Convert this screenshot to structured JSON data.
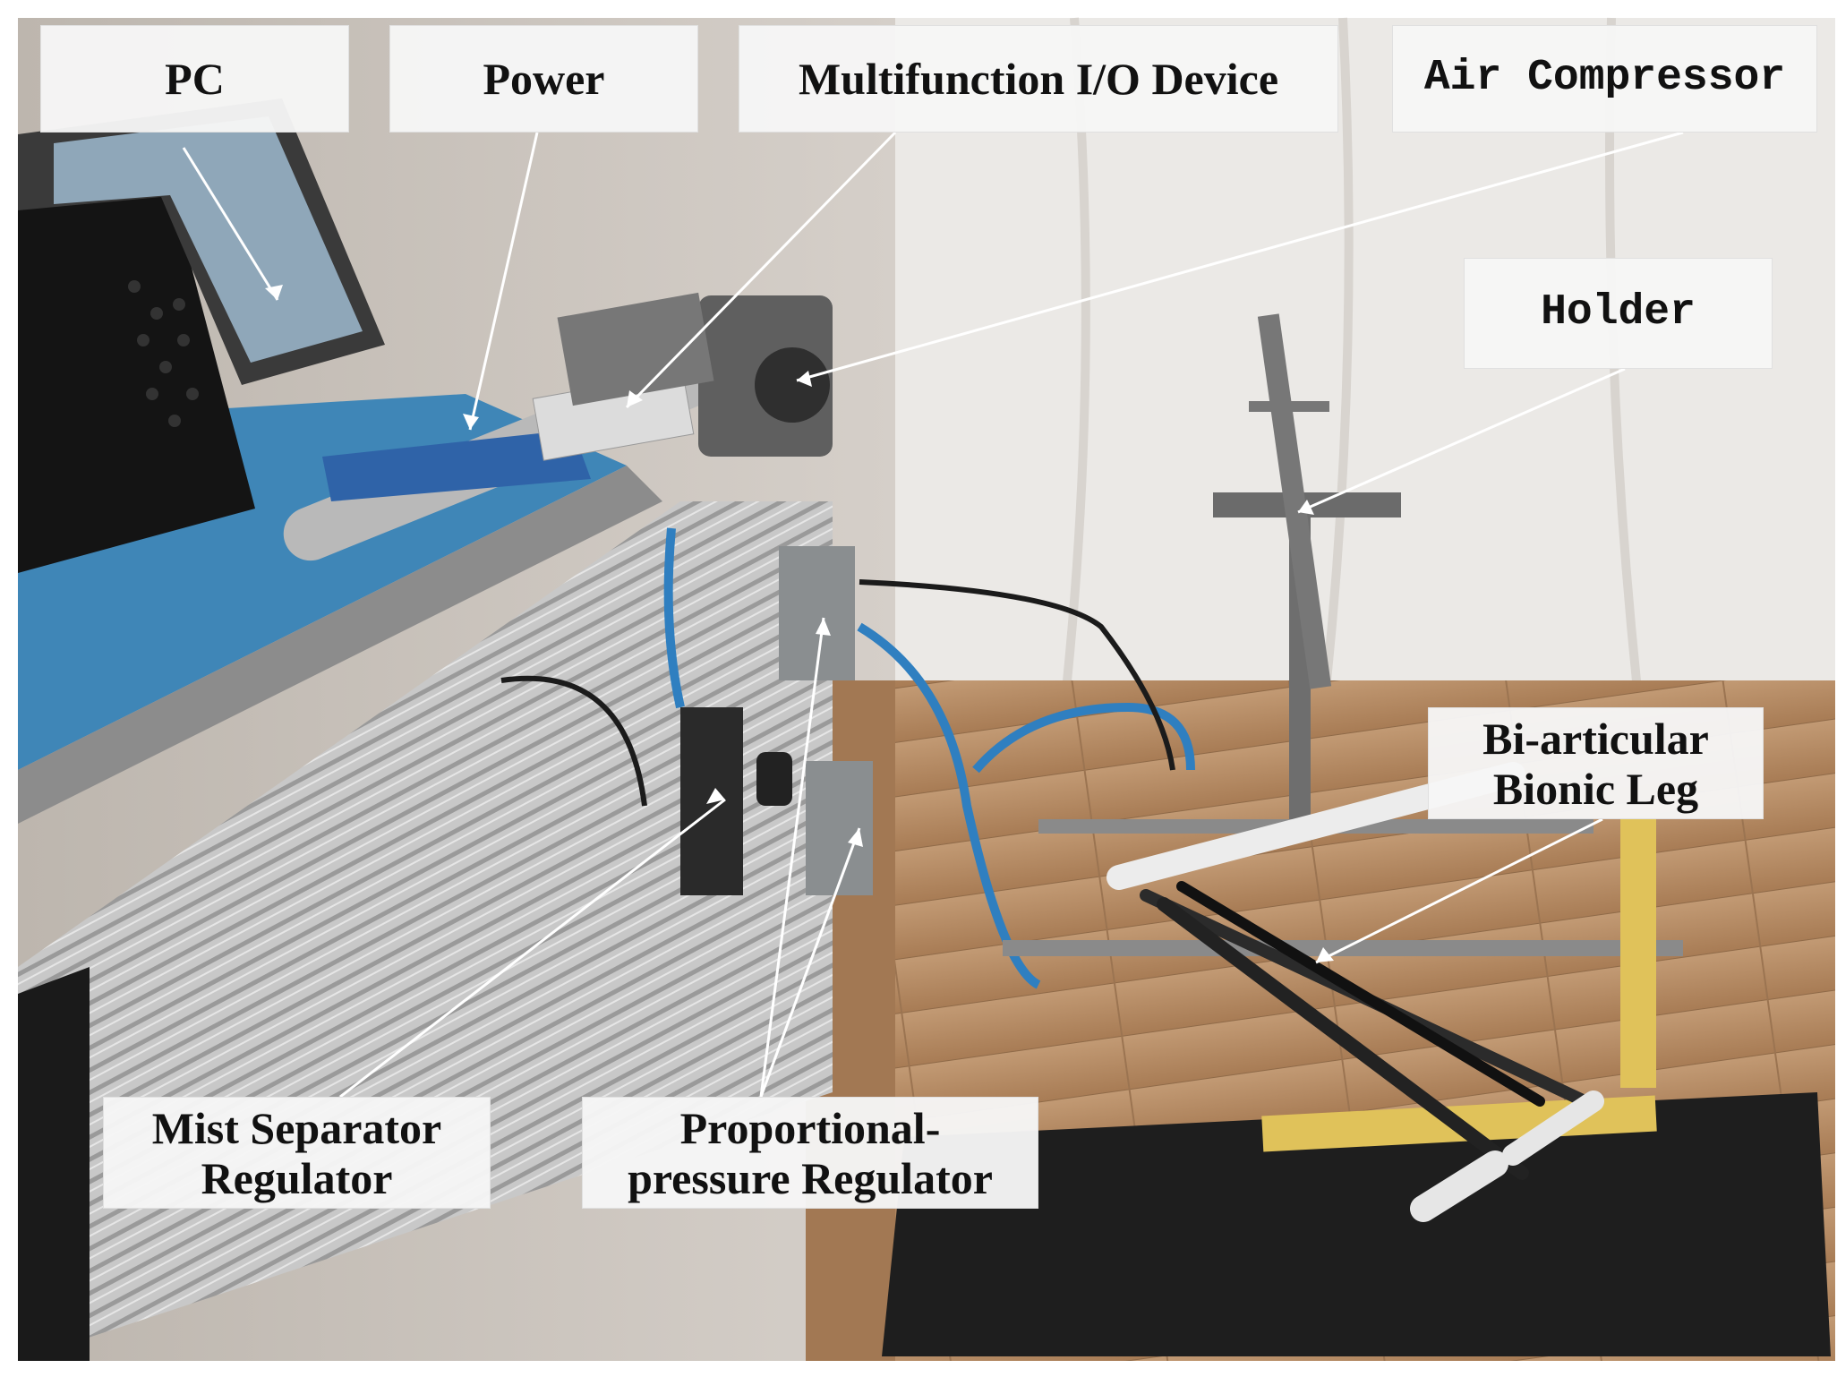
{
  "figure": {
    "palette": {
      "wall": "#cfc9c3",
      "curtain": "#e9e6e3",
      "floor": "#b48a64",
      "desk": "#3f86b7",
      "profile": "#c9c9c9",
      "mat": "#1f1f1f",
      "tubing": "#2f7fc0",
      "label_bg": "#f6f6f6"
    },
    "labels": {
      "pc": "PC",
      "power": "Power",
      "io_device": "Multifunction I/O Device",
      "air_compressor": "Air Compressor",
      "holder": "Holder",
      "bionic_leg": [
        "Bi-articular",
        "Bionic Leg"
      ],
      "mist_separator": [
        "Mist Separator",
        "Regulator"
      ],
      "proportional_regulator": [
        "Proportional-",
        "pressure Regulator"
      ]
    }
  }
}
